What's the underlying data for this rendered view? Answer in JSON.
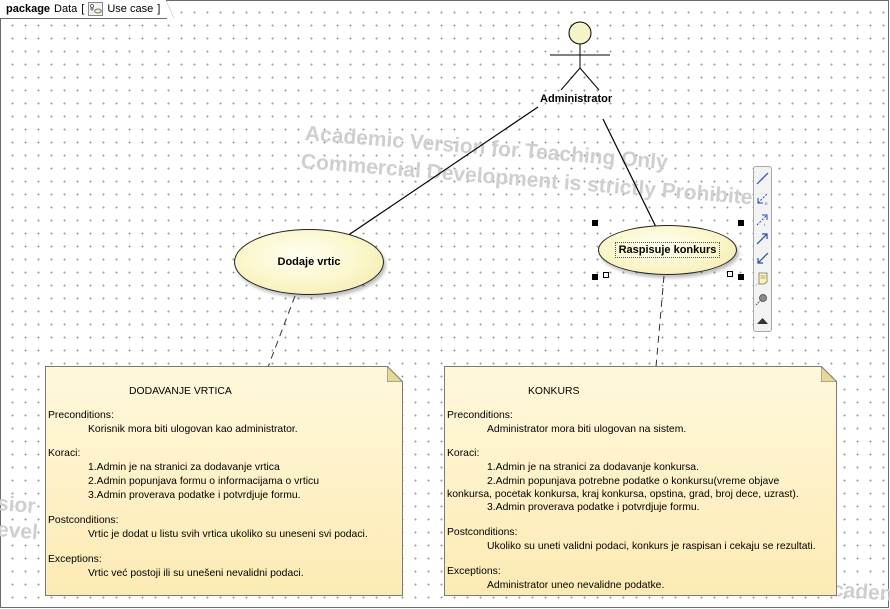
{
  "frame": {
    "keyword": "package",
    "name": "Data",
    "open_bracket": "[",
    "diagram_type": "Use case",
    "close_bracket": "]"
  },
  "watermark": {
    "line1": "Academic Version for Teaching Only",
    "line2": "Commercial Development is strictly Prohibited",
    "fragment_left_1": "sior",
    "fragment_left_2": "evel",
    "fragment_right": "caden"
  },
  "actor": {
    "name": "Administrator",
    "icon": "stick-figure-actor-icon"
  },
  "use_cases": [
    {
      "name": "Dodaje vrtic"
    },
    {
      "name": "Raspisuje konkurs",
      "selected": true
    }
  ],
  "notes": [
    {
      "title": "DODAVANJE VRTICA",
      "preconditions_label": "Preconditions:",
      "preconditions": "Korisnik mora biti ulogovan kao administrator.",
      "steps_label": "Koraci:",
      "steps": [
        "1.Admin je na stranici za dodavanje vrtica",
        "2.Admin popunjava formu o informacijama o vrticu",
        "3.Admin proverava podatke i potvrdjuje formu."
      ],
      "postconditions_label": "Postconditions:",
      "postconditions": "Vrtic je dodat u listu svih vrtica ukoliko su uneseni svi podaci.",
      "exceptions_label": "Exceptions:",
      "exceptions": "Vrtic već postoji ili su unešeni nevalidni podaci."
    },
    {
      "title": "KONKURS",
      "preconditions_label": "Preconditions:",
      "preconditions": "Administrator mora biti ulogovan na sistem.",
      "steps_label": "Koraci:",
      "steps": [
        "1.Admin je na stranici za dodavanje konkursa.",
        "2.Admin popunjava potrebne podatke o konkursu(vreme objave",
        "konkursa, pocetak konkursa, kraj konkursa, opstina, grad, broj dece, uzrast).",
        "3.Admin proverava podatke i potvrdjuje formu."
      ],
      "postconditions_label": "Postconditions:",
      "postconditions": "Ukoliko su uneti validni podaci, konkurs je raspisan i cekaju se rezultati.",
      "exceptions_label": "Exceptions:",
      "exceptions": "Administrator uneo nevalidne podatke."
    }
  ],
  "toolbar": {
    "buttons": [
      "association-icon",
      "include-icon",
      "extend-icon",
      "generalization-icon",
      "directed-association-icon",
      "note-icon",
      "anchor-icon",
      "collapse-up-icon"
    ]
  },
  "colors": {
    "usecase_fill": "#fbf6c9",
    "note_fill": "#fdebb4",
    "watermark": "#cfcfcf",
    "actor_head": "#f6f5c8"
  }
}
